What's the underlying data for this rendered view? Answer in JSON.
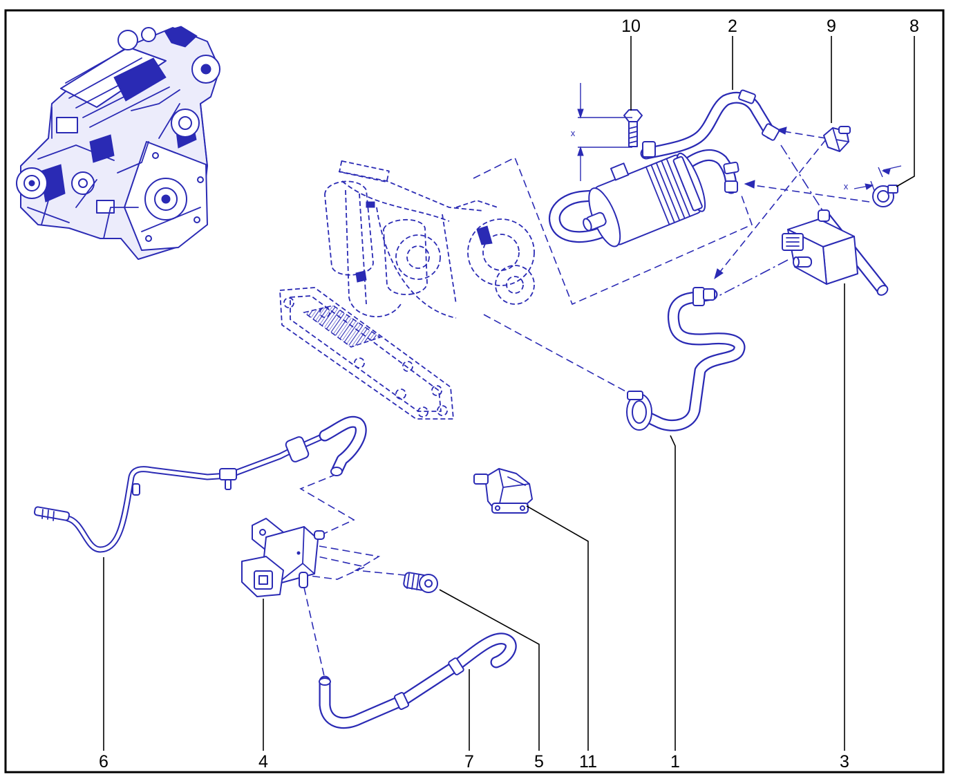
{
  "diagram": {
    "callouts": {
      "top": [
        "10",
        "2",
        "9",
        "8"
      ],
      "bottom": [
        "6",
        "4",
        "7",
        "5",
        "11",
        "1",
        "3"
      ]
    },
    "dimension_marks": [
      "x",
      "x"
    ]
  },
  "colors": {
    "drawing": "#2a2ab4",
    "labels": "#000000",
    "frame": "#000000",
    "background": "#ffffff"
  }
}
